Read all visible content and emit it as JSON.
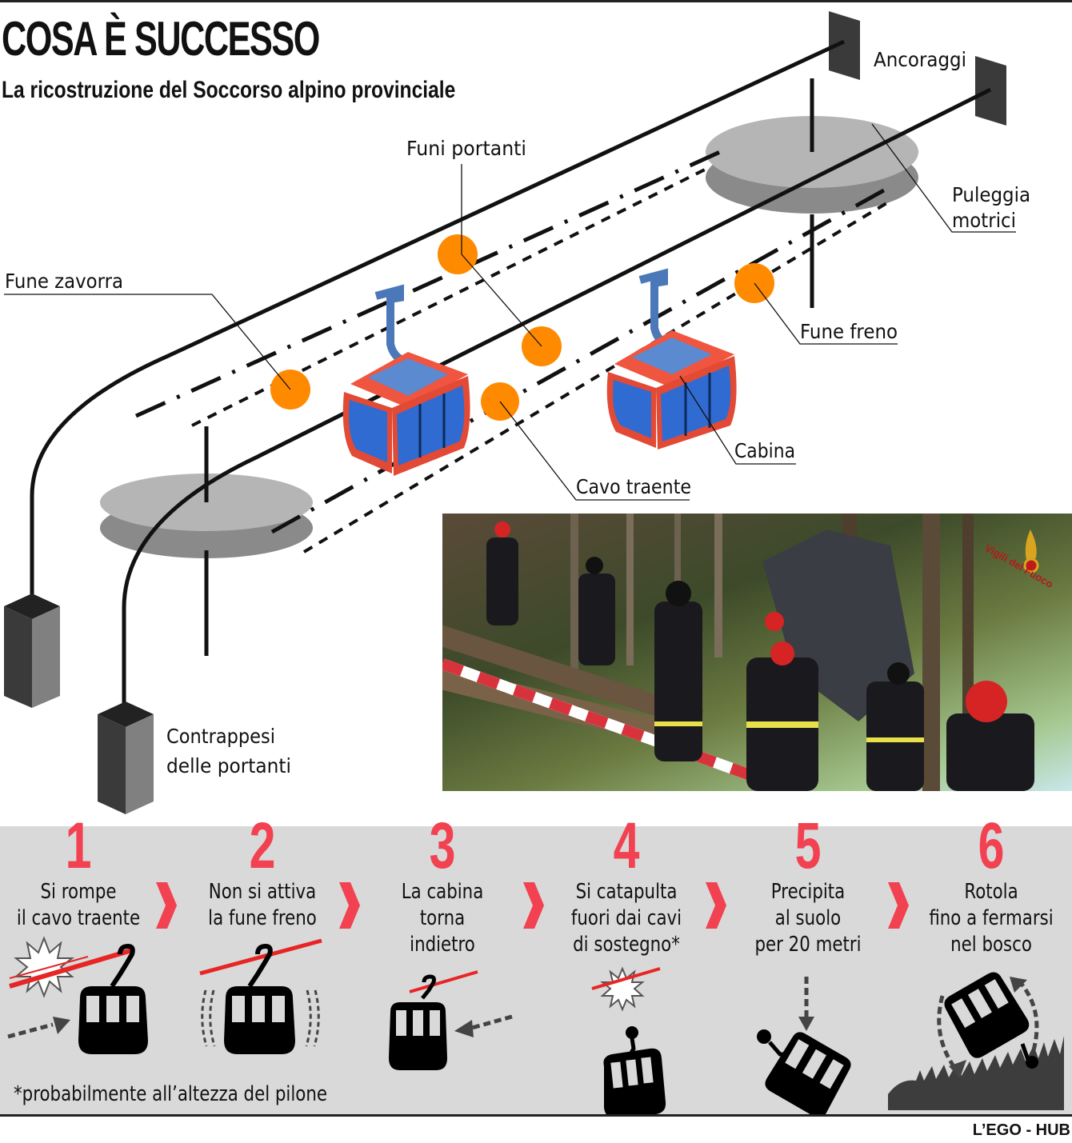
{
  "header": {
    "title": "COSA È SUCCESSO",
    "subtitle": "La ricostruzione del Soccorso alpino provinciale"
  },
  "diagram": {
    "labels": {
      "ancoraggi": "Ancoraggi",
      "funi_portanti": "Funi portanti",
      "puleggia_line1": "Puleggia",
      "puleggia_line2": "motrici",
      "fune_zavorra": "Fune zavorra",
      "fune_freno": "Fune freno",
      "cabina": "Cabina",
      "cavo_traente": "Cavo traente",
      "contrappesi_line1": "Contrappesi",
      "contrappesi_line2": "delle portanti"
    },
    "colors": {
      "marker_orange": "#ff8a00",
      "cabin_red": "#f0553f",
      "cabin_blue": "#2f6bd1",
      "pulley_light": "#b5b5b5",
      "pulley_dark": "#8a8a8a",
      "anchor": "#3a3a3a"
    }
  },
  "photo": {
    "description": "Vigili del Fuoco rescue team at crash site in forest",
    "logo_text": "Vigili del Fuoco"
  },
  "steps": [
    {
      "number": "1",
      "lines": [
        "Si rompe",
        "il cavo traente"
      ]
    },
    {
      "number": "2",
      "lines": [
        "Non si attiva",
        "la fune freno"
      ]
    },
    {
      "number": "3",
      "lines": [
        "La cabina",
        "torna",
        "indietro"
      ]
    },
    {
      "number": "4",
      "lines": [
        "Si catapulta",
        "fuori dai cavi",
        "di sostegno*"
      ]
    },
    {
      "number": "5",
      "lines": [
        "Precipita",
        "al suolo",
        "per 20 metri"
      ]
    },
    {
      "number": "6",
      "lines": [
        "Rotola",
        "fino a fermarsi",
        "nel bosco"
      ]
    }
  ],
  "footnote": "*probabilmente all’altezza del pilone",
  "credit": "L’EGO - HUB",
  "accent_color": "#f24150"
}
